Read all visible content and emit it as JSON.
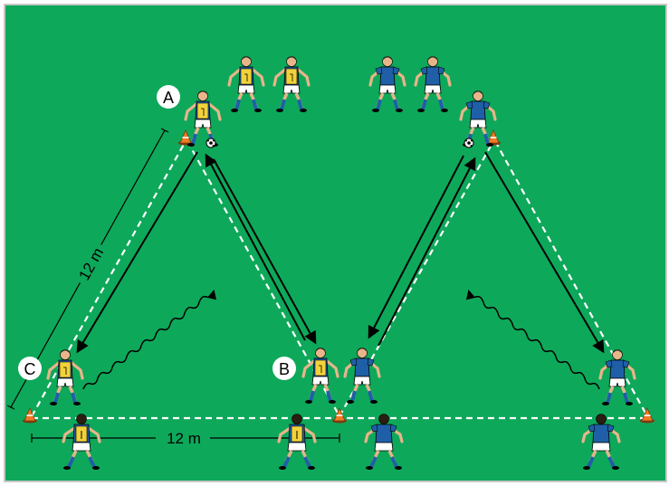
{
  "pitch": {
    "color": "#0ea85a",
    "border_color": "#c8c8c8"
  },
  "labels": {
    "a": "A",
    "b": "B",
    "c": "C"
  },
  "dimensions": {
    "side": "12 m",
    "base": "12 m"
  },
  "colors": {
    "yellow_bib": "#f2d23a",
    "blue_kit": "#1f5fa8",
    "shorts": "#ffffff",
    "socks": "#1f5fa8",
    "skin": "#e8b58a",
    "hair": "#2b1d12",
    "cone_orange": "#f07a24",
    "line_white": "#ffffff",
    "arrow_black": "#000000"
  }
}
